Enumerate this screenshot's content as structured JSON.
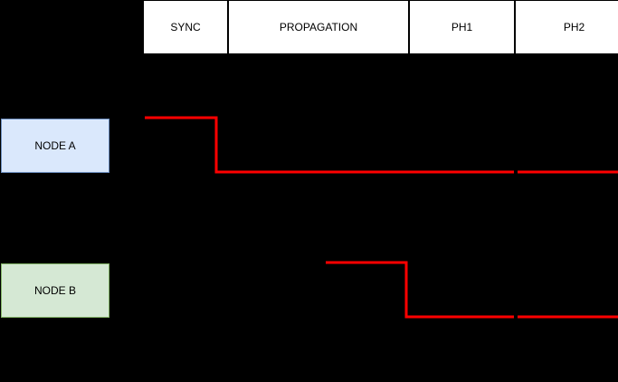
{
  "diagram": {
    "background_color": "#000000",
    "signal_color": "#ff0000",
    "phases": [
      {
        "label": "SYNC"
      },
      {
        "label": "PROPAGATION"
      },
      {
        "label": "PH1"
      },
      {
        "label": "PH2"
      }
    ],
    "nodes": [
      {
        "label": "NODE A",
        "fill": "#dae8fc",
        "border": "#6c8ebf"
      },
      {
        "label": "NODE B",
        "fill": "#d5e8d4",
        "border": "#82b366"
      }
    ],
    "signals": [
      {
        "name": "node-a-waveform",
        "segments": [
          [
            [
              160,
              130
            ],
            [
              239,
              130
            ],
            [
              239,
              190
            ],
            [
              568,
              190
            ]
          ],
          [
            [
              572,
              190
            ],
            [
              683,
              190
            ]
          ]
        ]
      },
      {
        "name": "node-b-waveform",
        "segments": [
          [
            [
              360,
              290
            ],
            [
              449,
              290
            ],
            [
              449,
              350
            ],
            [
              568,
              350
            ]
          ],
          [
            [
              572,
              350
            ],
            [
              683,
              350
            ]
          ]
        ]
      }
    ]
  }
}
